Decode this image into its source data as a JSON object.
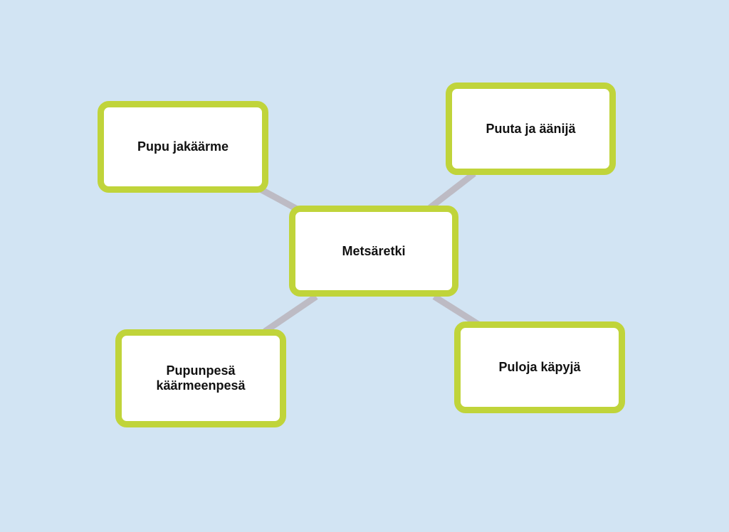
{
  "diagram": {
    "type": "mind-map",
    "center": {
      "label": "Metsäretki"
    },
    "branches": [
      {
        "id": "top-left",
        "label": "Pupu jakäärme"
      },
      {
        "id": "top-right",
        "label": "Puuta ja äänijä"
      },
      {
        "id": "bottom-left",
        "label": "Pupunpesä\nkäärmeenpesä"
      },
      {
        "id": "bottom-right",
        "label": "Puloja käpyjä"
      }
    ],
    "colors": {
      "background": "#d2e4f3",
      "node_border": "#c0d43a",
      "node_fill": "#ffffff",
      "connector": "#bdbbc4",
      "text": "#111111"
    }
  }
}
